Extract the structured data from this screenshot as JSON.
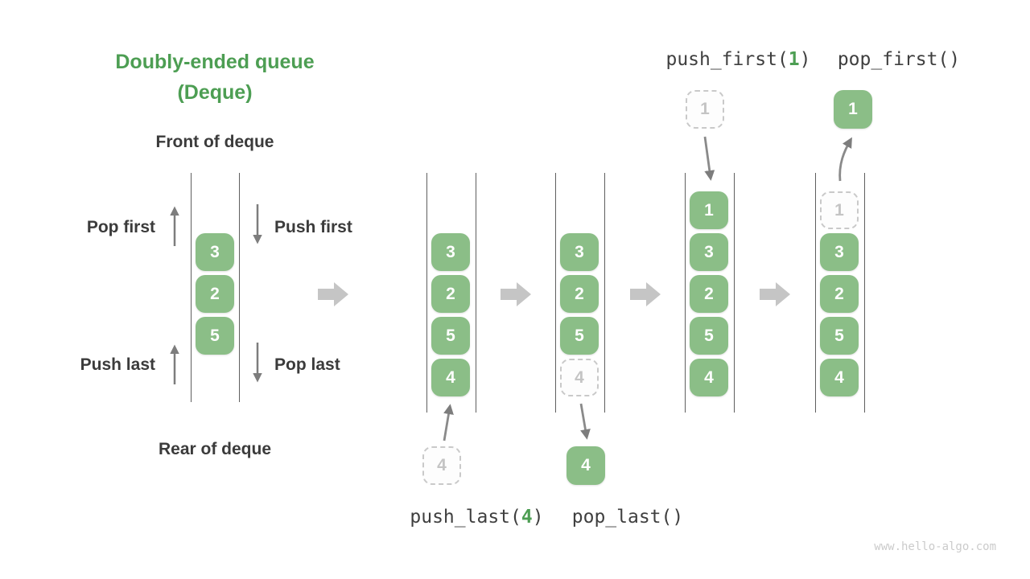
{
  "title": {
    "line1": "Doubly-ended queue",
    "line2": "(Deque)"
  },
  "labels": {
    "front": "Front of deque",
    "rear": "Rear of deque",
    "pop_first": "Pop first",
    "push_first": "Push first",
    "push_last": "Push last",
    "pop_last": "Pop last"
  },
  "operations": {
    "push_last": {
      "prefix": "push_last(",
      "arg": "4",
      "suffix": ")"
    },
    "pop_last": {
      "text": "pop_last()"
    },
    "push_first": {
      "prefix": "push_first(",
      "arg": "1",
      "suffix": ")"
    },
    "pop_first": {
      "text": "pop_first()"
    }
  },
  "queues": {
    "demo": {
      "cells": [
        "3",
        "2",
        "5"
      ]
    },
    "after_push_last": {
      "cells": [
        "3",
        "2",
        "5",
        "4"
      ],
      "incoming": "4"
    },
    "after_pop_last": {
      "cells": [
        "3",
        "2",
        "5"
      ],
      "ghost": "4",
      "removed": "4"
    },
    "after_push_first": {
      "cells": [
        "1",
        "3",
        "2",
        "5",
        "4"
      ],
      "incoming": "1"
    },
    "after_pop_first": {
      "cells": [
        "3",
        "2",
        "5",
        "4"
      ],
      "ghost": "1",
      "removed": "1"
    }
  },
  "watermark": "www.hello-algo.com",
  "colors": {
    "title_green": "#4d9e53",
    "cell_green": "#8bbe87",
    "label_dark": "#3b3b3b",
    "arrow_gray": "#7d7d7d",
    "block_arrow_gray": "#c5c5c5",
    "ghost_gray": "#c9c9c9",
    "watermark_gray": "#cbcbcb"
  }
}
